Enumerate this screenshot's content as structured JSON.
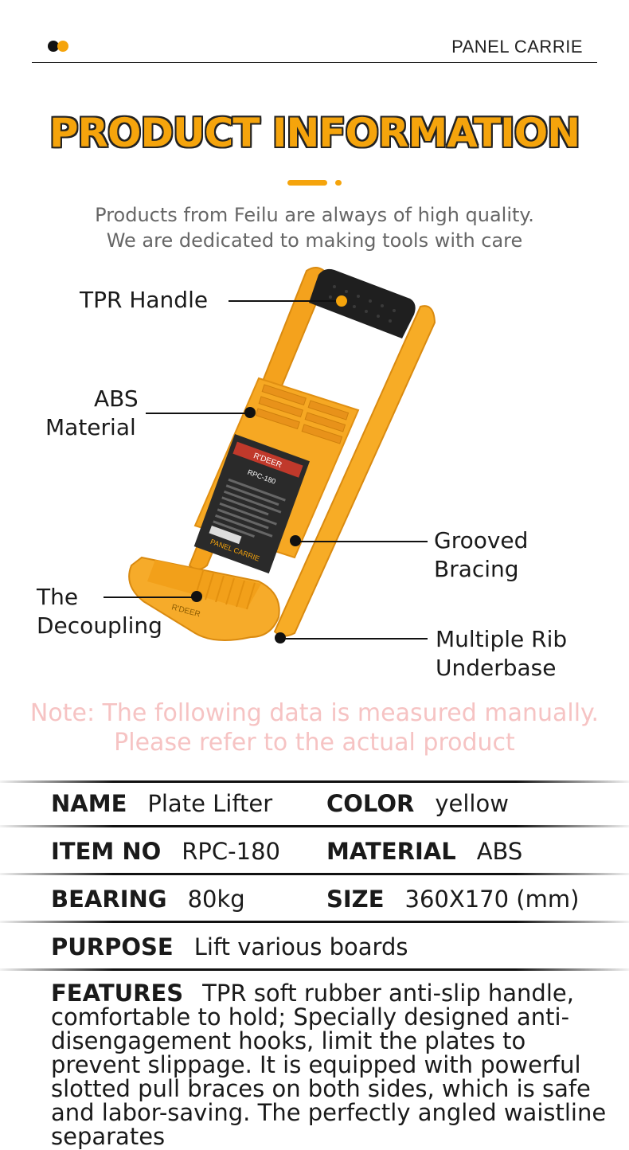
{
  "header": {
    "brand": "PANEL CARRIE"
  },
  "title": "PRODUCT INFORMATION",
  "subtitle": {
    "line1": "Products from Feilu are always of high quality.",
    "line2": "We are dedicated to making tools with care"
  },
  "product_labels": {
    "panel_name": "PANEL CARRIE",
    "model": "RPC-180",
    "brand": "R'DEER"
  },
  "callouts": {
    "handle": "TPR Handle",
    "abs_1": "ABS",
    "abs_2": "Material",
    "grooved_1": "Grooved",
    "grooved_2": "Bracing",
    "decoupling_1": "The",
    "decoupling_2": "Decoupling",
    "rib_1": "Multiple Rib",
    "rib_2": "Underbase"
  },
  "note": {
    "line1": "Note: The following data is measured manually.",
    "line2": "Please refer to the actual product"
  },
  "specs": {
    "name_label": "NAME",
    "name_value": "Plate Lifter",
    "color_label": "COLOR",
    "color_value": "yellow",
    "item_label": "ITEM NO",
    "item_value": "RPC-180",
    "material_label": "MATERIAL",
    "material_value": "ABS",
    "bearing_label": "BEARING",
    "bearing_value": "80kg",
    "size_label": "SIZE",
    "size_value": "360X170 (mm)",
    "purpose_label": "PURPOSE",
    "purpose_value": "Lift various boards"
  },
  "features": {
    "label": "FEATURES",
    "text": "TPR soft rubber anti-slip handle, comfortable to hold; Specially designed anti-disengagement hooks, limit the plates to prevent slippage. It is equipped with powerful slotted pull braces on both sides, which is safe and labor-saving. The perfectly angled waistline separates"
  },
  "colors": {
    "accent": "#f5a40c",
    "note": "#f6c3c3"
  }
}
